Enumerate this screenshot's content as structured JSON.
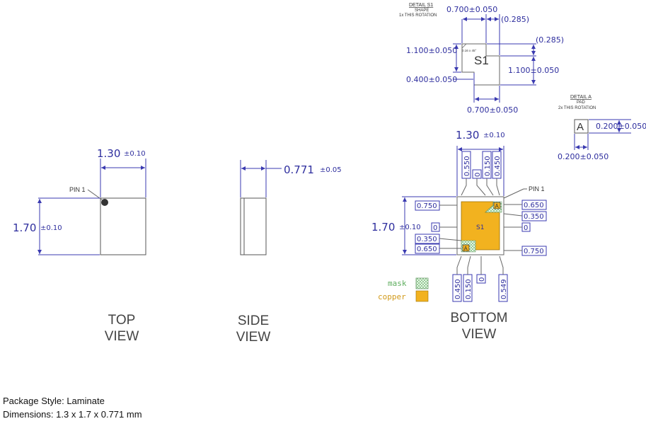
{
  "top_view": {
    "width_dim": "1.30",
    "width_tol": "±0.10",
    "height_dim": "1.70",
    "height_tol": "±0.10",
    "pin1_label": "PIN 1",
    "title_line1": "TOP",
    "title_line2": "VIEW"
  },
  "side_view": {
    "thickness_dim": "0.771",
    "thickness_tol": "±0.05",
    "title_line1": "SIDE",
    "title_line2": "VIEW"
  },
  "bottom_view": {
    "width_dim": "1.30",
    "width_tol": "±0.10",
    "height_dim": "1.70",
    "height_tol": "±0.10",
    "pin1_label": "PIN 1",
    "pad_label": "S1",
    "top_dims": [
      "0.550",
      "0",
      "0.150",
      "0.450"
    ],
    "bottom_dims": [
      "0.450",
      "0.150",
      "0",
      "0.549"
    ],
    "left_dims": [
      "0.750",
      "0",
      "0.350",
      "0.650"
    ],
    "right_dims": [
      "0.650",
      "0.350",
      "0",
      "0.750"
    ],
    "detail_marker": "A",
    "title_line1": "BOTTOM",
    "title_line2": "VIEW"
  },
  "legend": {
    "mask_label": "mask",
    "copper_label": "copper",
    "mask_color": "#8fcf8f",
    "copper_color": "#f2b21f"
  },
  "detail_s1": {
    "title": "DETAIL S1",
    "subtitle": "SHAPE",
    "rotation": "1x THIS ROTATION",
    "pad_label": "S1",
    "chamfer": "0.16 x 45°",
    "dims": {
      "top_width": "0.700±0.050",
      "top_offset": "(0.285)",
      "right_offset": "(0.285)",
      "left_height": "1.100±0.050",
      "right_height": "1.100±0.050",
      "left_bottom": "0.400±0.050",
      "bottom_width": "0.700±0.050"
    }
  },
  "detail_a": {
    "title": "DETAIL A",
    "subtitle": "PAD",
    "rotation": "2x THIS ROTATION",
    "marker": "A",
    "height_dim": "0.200±0.050",
    "width_dim": "0.200±0.050"
  },
  "footer": {
    "package_style": "Package Style: Laminate",
    "dimensions": "Dimensions: 1.3 x 1.7 x 0.771 mm"
  }
}
